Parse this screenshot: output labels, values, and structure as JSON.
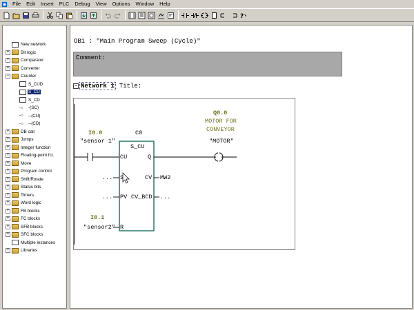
{
  "menubar": {
    "items": [
      "File",
      "Edit",
      "Insert",
      "PLC",
      "Debug",
      "View",
      "Options",
      "Window",
      "Help"
    ]
  },
  "toolbar": {
    "icons": [
      "new-icon",
      "open-icon",
      "save-icon",
      "print-icon",
      "cut-icon",
      "copy-icon",
      "paste-icon",
      "download-icon",
      "upload-icon",
      "undo-icon",
      "redo-icon",
      "lad-view-icon",
      "stl-view-icon",
      "fbd-view-icon",
      "monitor-icon",
      "reference-icon",
      "contact-no-icon",
      "contact-nc-icon",
      "coil-icon",
      "box-icon",
      "branch-open-icon",
      "branch-close-icon",
      "help-icon"
    ]
  },
  "tree": {
    "items": [
      {
        "label": "New network",
        "level": 1,
        "expander": "",
        "icon": "block"
      },
      {
        "label": "Bit logic",
        "level": 1,
        "expander": "+",
        "icon": "folder"
      },
      {
        "label": "Comparator",
        "level": 1,
        "expander": "+",
        "icon": "folder"
      },
      {
        "label": "Converter",
        "level": 1,
        "expander": "+",
        "icon": "folder"
      },
      {
        "label": "Counter",
        "level": 1,
        "expander": "−",
        "icon": "folder"
      },
      {
        "label": "S_CUD",
        "level": 2,
        "expander": "",
        "icon": "block"
      },
      {
        "label": "S_CU",
        "level": 2,
        "expander": "",
        "icon": "block",
        "selected": true
      },
      {
        "label": "S_CD",
        "level": 2,
        "expander": "",
        "icon": "block"
      },
      {
        "label": "-(SC)",
        "level": 2,
        "expander": "",
        "icon": "coil"
      },
      {
        "label": "--(CU)",
        "level": 2,
        "expander": "",
        "icon": "coil"
      },
      {
        "label": "--(CD)",
        "level": 2,
        "expander": "",
        "icon": "coil"
      },
      {
        "label": "DB call",
        "level": 1,
        "expander": "+",
        "icon": "folder"
      },
      {
        "label": "Jumps",
        "level": 1,
        "expander": "+",
        "icon": "folder"
      },
      {
        "label": "Integer function",
        "level": 1,
        "expander": "+",
        "icon": "folder"
      },
      {
        "label": "Floating-point fct.",
        "level": 1,
        "expander": "+",
        "icon": "folder"
      },
      {
        "label": "Move",
        "level": 1,
        "expander": "+",
        "icon": "folder"
      },
      {
        "label": "Program control",
        "level": 1,
        "expander": "+",
        "icon": "folder"
      },
      {
        "label": "Shift/Rotate",
        "level": 1,
        "expander": "+",
        "icon": "folder"
      },
      {
        "label": "Status bits",
        "level": 1,
        "expander": "+",
        "icon": "folder"
      },
      {
        "label": "Timers",
        "level": 1,
        "expander": "+",
        "icon": "folder"
      },
      {
        "label": "Word logic",
        "level": 1,
        "expander": "+",
        "icon": "folder"
      },
      {
        "label": "FB blocks",
        "level": 1,
        "expander": "+",
        "icon": "folder"
      },
      {
        "label": "FC blocks",
        "level": 1,
        "expander": "+",
        "icon": "folder"
      },
      {
        "label": "SFB blocks",
        "level": 1,
        "expander": "+",
        "icon": "folder"
      },
      {
        "label": "SFC blocks",
        "level": 1,
        "expander": "+",
        "icon": "folder"
      },
      {
        "label": "Multiple instances",
        "level": 1,
        "expander": "",
        "icon": "block"
      },
      {
        "label": "Libraries",
        "level": 1,
        "expander": "+",
        "icon": "folder"
      }
    ]
  },
  "editor": {
    "ob_header": "OB1 :  \"Main Program Sweep (Cycle)\"",
    "comment_label": "Comment:",
    "network_label": "Network 1",
    "network_title": ": Title:",
    "ladder": {
      "contact_addr": "I0.0",
      "contact_symbol": "\"sensor 1\"",
      "counter_addr": "C0",
      "box_name": "S_CU",
      "pin_cu": "CU",
      "pin_q": "Q",
      "pin_s": "S",
      "pin_cv": "CV",
      "pin_pv": "PV",
      "pin_cvbcd": "CV_BCD",
      "pin_r": "R",
      "s_input": "...",
      "pv_input": "...",
      "cv_output": "MW2",
      "cvbcd_output": "...",
      "reset_addr": "I0.1",
      "reset_symbol": "\"sensor2\"",
      "coil_addr": "Q0.0",
      "coil_comment_line1": "MOTOR FOR",
      "coil_comment_line2": "CONVEYOR",
      "coil_symbol": "\"MOTOR\""
    }
  }
}
